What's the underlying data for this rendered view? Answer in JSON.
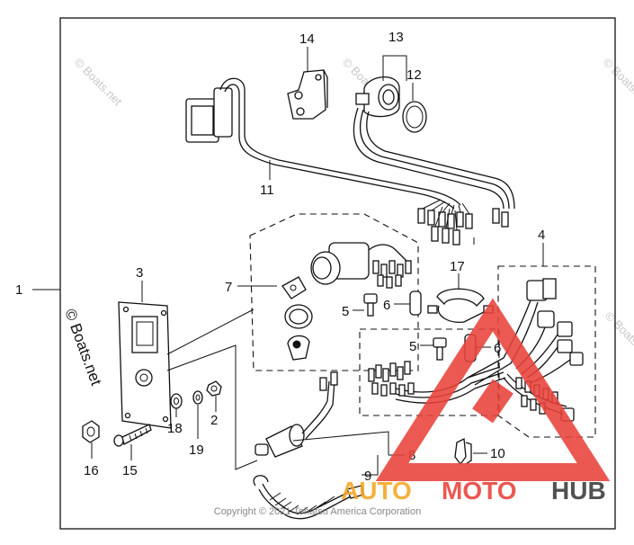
{
  "callouts": {
    "c1": "1",
    "c2": "2",
    "c3": "3",
    "c4": "4",
    "c5a": "5",
    "c5b": "5",
    "c6a": "6",
    "c6b": "6",
    "c7": "7",
    "c8": "8",
    "c9": "9",
    "c10": "10",
    "c11": "11",
    "c12": "12",
    "c13": "13",
    "c14": "14",
    "c15": "15",
    "c16": "16",
    "c17": "17",
    "c18": "18",
    "c19": "19"
  },
  "watermarks": {
    "corner": "© Boats.net",
    "left_vertical": "© Boats.net",
    "brand_auto": "AUTO",
    "brand_moto": "MOTO",
    "brand_hub": "HUB"
  },
  "copyright": "Copyright © 2021 Tohatsu America Corporation",
  "colors": {
    "line": "#111111",
    "watermark_gray": "#c8c8c8",
    "brand_red": "#e8423a",
    "brand_orange": "#f5a623",
    "brand_dark": "#3a3a3a"
  }
}
